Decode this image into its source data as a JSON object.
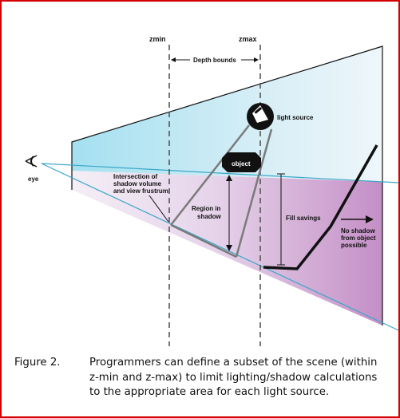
{
  "labels": {
    "zmin": "zmin",
    "zmax": "zmax",
    "depth_bounds": "Depth bounds",
    "light_source": "light source",
    "object": "object",
    "eye": "eye",
    "intersection": [
      "Intersection of",
      "shadow volume",
      "and view frustrum"
    ],
    "region": [
      "Region in",
      "shadow"
    ],
    "fill_savings": "Fill savings",
    "no_shadow": [
      "No shadow",
      "from object",
      "possible"
    ]
  },
  "caption": {
    "figure": "Figure 2.",
    "text": "Programmers can define a subset of the scene (within z-min and z-max) to limit lighting/shadow calculations to the appropriate area for each light source."
  },
  "colors": {
    "border": "#d40000",
    "frustum_blue": "#9fdcef",
    "frustum_purple": "#c48fc6",
    "line_cyan": "#3aa7c9"
  }
}
